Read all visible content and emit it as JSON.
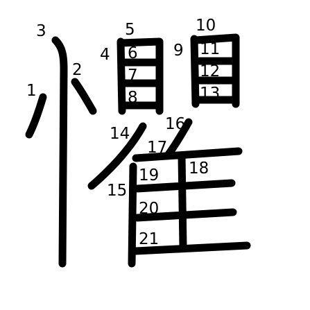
{
  "character": "懼",
  "ink_color": "#000000",
  "stroke_count": 21,
  "stroke_numbers": [
    "1",
    "2",
    "3",
    "4",
    "5",
    "6",
    "7",
    "8",
    "9",
    "10",
    "11",
    "12",
    "13",
    "14",
    "15",
    "16",
    "17",
    "18",
    "19",
    "20",
    "21"
  ]
}
